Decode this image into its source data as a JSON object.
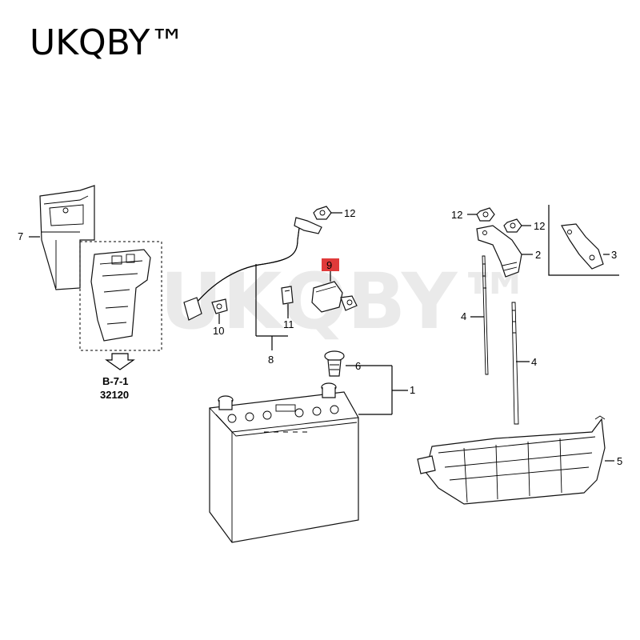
{
  "brand": {
    "title": "UKQBY™",
    "watermark": "UKQBY™"
  },
  "callouts": {
    "p1": "1",
    "p2": "2",
    "p3": "3",
    "p4a": "4",
    "p4b": "4",
    "p5": "5",
    "p6": "6",
    "p7": "7",
    "p8": "8",
    "p9": "9",
    "p10": "10",
    "p11": "11",
    "p12a": "12",
    "p12b": "12",
    "p12c": "12"
  },
  "reference": {
    "page": "B-7-1",
    "code": "32120"
  },
  "colors": {
    "highlight": "#e03a3a",
    "line": "#000000"
  }
}
